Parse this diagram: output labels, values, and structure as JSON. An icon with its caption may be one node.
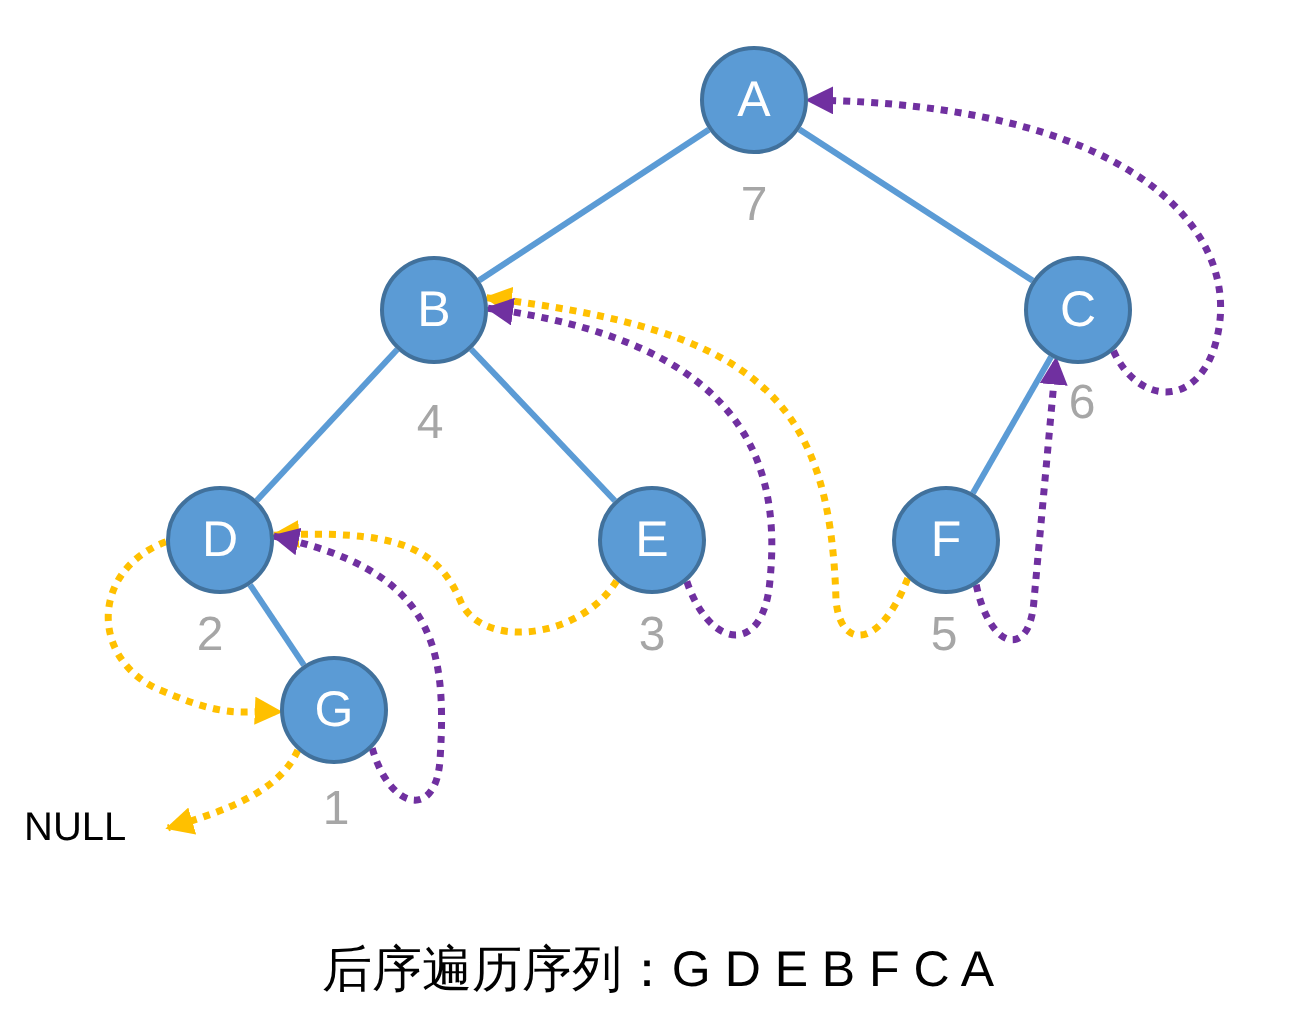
{
  "diagram": {
    "caption": "后序遍历序列：G D E B F C A",
    "nodes": [
      {
        "text": [
          "A"
        ],
        "beside": [
          "7"
        ]
      },
      {
        "text": [
          "B"
        ],
        "beside": [
          "4"
        ]
      },
      {
        "text": [
          "C"
        ],
        "beside": [
          "6"
        ]
      },
      {
        "text": [
          "D"
        ],
        "beside": [
          "2"
        ]
      },
      {
        "text": [
          "E"
        ],
        "beside": [
          "3"
        ]
      },
      {
        "text": [
          "F"
        ],
        "beside": [
          "5"
        ]
      },
      {
        "text": [
          "G"
        ],
        "beside": [
          "1"
        ]
      },
      {
        "text": [
          "NULL"
        ]
      }
    ],
    "edges": [
      {
        "from": 0,
        "to": 1,
        "arrow": "none"
      },
      {
        "from": 0,
        "to": 2,
        "arrow": "none"
      },
      {
        "from": 1,
        "to": 3,
        "arrow": "none"
      },
      {
        "from": 1,
        "to": 4,
        "arrow": "none"
      },
      {
        "from": 2,
        "to": 5,
        "arrow": "none"
      },
      {
        "from": 3,
        "to": 6,
        "arrow": "none"
      },
      {
        "from": 3,
        "to": 6,
        "arrow": "to",
        "style": "dashed",
        "color": "#ffc000"
      },
      {
        "from": 6,
        "to": 7,
        "arrow": "to",
        "style": "dashed",
        "color": "#ffc000"
      },
      {
        "from": 4,
        "to": 3,
        "arrow": "to",
        "style": "dashed",
        "color": "#ffc000"
      },
      {
        "from": 5,
        "to": 1,
        "arrow": "to",
        "style": "dashed",
        "color": "#ffc000"
      },
      {
        "from": 6,
        "to": 3,
        "arrow": "to",
        "style": "dashed",
        "color": "#7030a0"
      },
      {
        "from": 4,
        "to": 1,
        "arrow": "to",
        "style": "dashed",
        "color": "#7030a0"
      },
      {
        "from": 5,
        "to": 2,
        "arrow": "to",
        "style": "dashed",
        "color": "#7030a0"
      },
      {
        "from": 2,
        "to": 0,
        "arrow": "to",
        "style": "dashed",
        "color": "#7030a0"
      }
    ]
  }
}
